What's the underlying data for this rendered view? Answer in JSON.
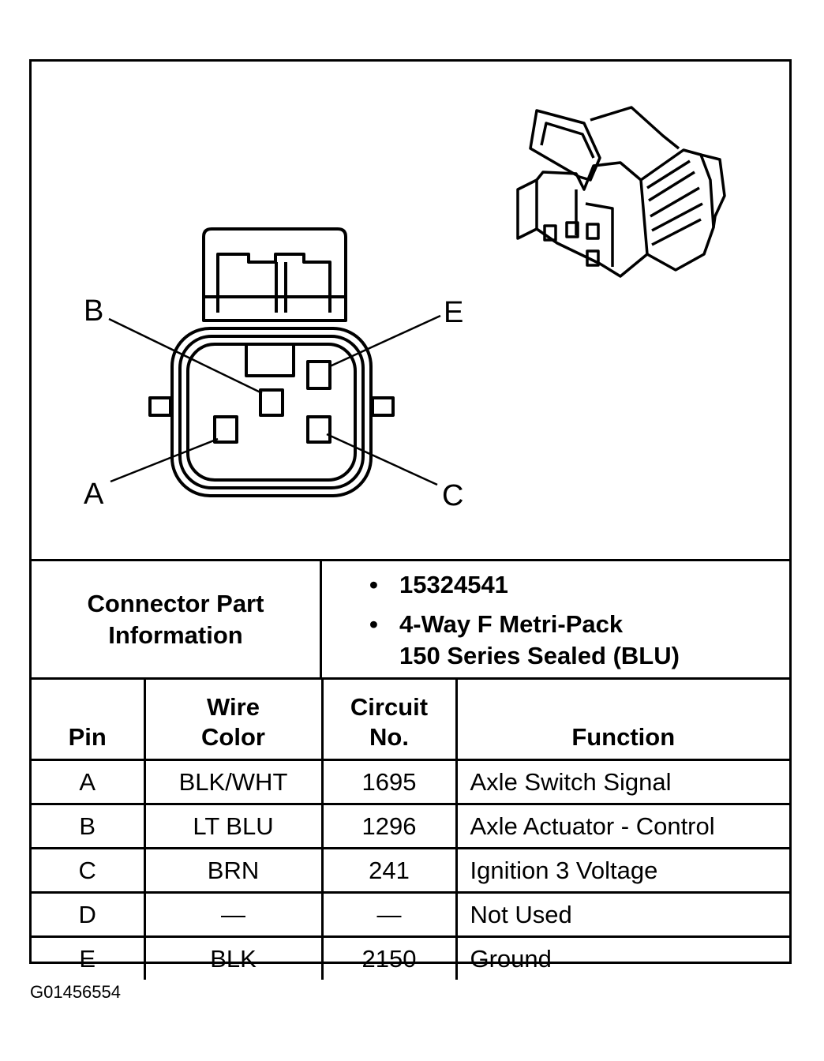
{
  "pin_labels": {
    "a": "A",
    "b": "B",
    "c": "C",
    "e": "E"
  },
  "part_info": {
    "label_line1": "Connector Part",
    "label_line2": "Information",
    "bullet": "•",
    "part_number": "15324541",
    "description_line1": "4-Way F Metri-Pack",
    "description_line2": "150 Series Sealed (BLU)"
  },
  "table": {
    "headers": {
      "pin": "Pin",
      "wire_color_line1": "Wire",
      "wire_color_line2": "Color",
      "circuit_line1": "Circuit",
      "circuit_line2": "No.",
      "function": "Function"
    },
    "rows": [
      {
        "pin": "A",
        "wire_color": "BLK/WHT",
        "circuit": "1695",
        "function": "Axle Switch Signal"
      },
      {
        "pin": "B",
        "wire_color": "LT BLU",
        "circuit": "1296",
        "function": "Axle Actuator - Control"
      },
      {
        "pin": "C",
        "wire_color": "BRN",
        "circuit": "241",
        "function": "Ignition 3 Voltage"
      },
      {
        "pin": "D",
        "wire_color": "—",
        "circuit": "—",
        "function": "Not Used"
      },
      {
        "pin": "E",
        "wire_color": "BLK",
        "circuit": "2150",
        "function": "Ground"
      }
    ]
  },
  "figure_id": "G01456554"
}
